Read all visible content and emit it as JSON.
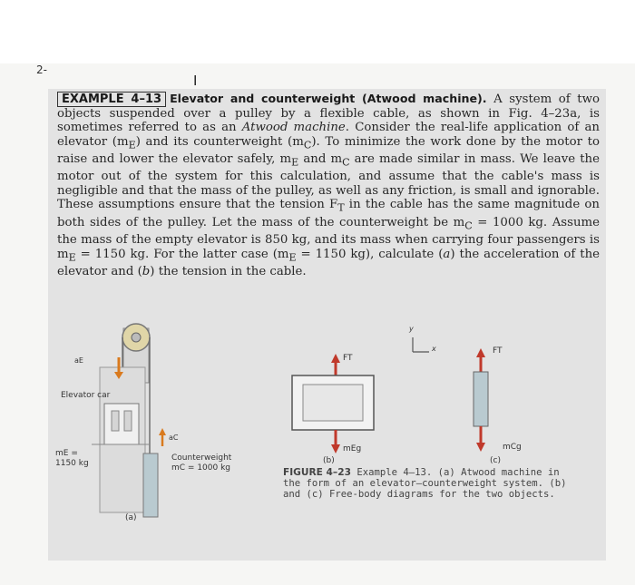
{
  "page_number": "2-",
  "cursor_glyph": "I",
  "example": {
    "label": "EXAMPLE 4–13",
    "title": "Elevator and counterweight (Atwood machine).",
    "body_1": " A system of two objects suspended over a pulley by a flexible cable, as shown in Fig. 4–23a, is sometimes referred to as an ",
    "atwood": "Atwood machine",
    "body_2": ". Consider the real-life application of an elevator (m",
    "sub_E": "E",
    "body_3": ") and its counterweight (m",
    "sub_C": "C",
    "body_4": "). To minimize the work done by the motor to raise and lower the elevator safely, m",
    "body_5": " and m",
    "body_6": " are made similar in mass. We leave the motor out of the system for this calculation, and assume that the cable's mass is negligible and that the mass of the pulley, as well as any friction, is small and ignorable. These assumptions ensure that the tension F",
    "sub_T": "T",
    "body_7": " in the cable has the same magnitude on both sides of the pulley. Let the mass of the counterweight be m",
    "body_8": " = 1000 kg. Assume the mass of the empty elevator is 850 kg, and its mass when carrying four passengers is m",
    "body_9": " = 1150 kg. For the latter case (m",
    "body_10": " = 1150 kg), calculate (",
    "part_a": "a",
    "body_11": ") the acceleration of the elevator and (",
    "part_b": "b",
    "body_12": ") the tension in the cable."
  },
  "figure": {
    "a_label": "(a)",
    "b_label": "(b)",
    "c_label": "(c)",
    "elevator_car_label": "Elevator car",
    "elevator_mass_label": "mE = 1150 kg",
    "counterweight_label": "Counterweight",
    "counterweight_mass_label": "mC = 1000 kg",
    "aE_label": "aE",
    "aC_label": "aC",
    "FT_b_label": "FT",
    "FT_c_label": "FT",
    "mEg_label": "mEg",
    "mCg_label": "mCg",
    "axis_y_label": "y",
    "axis_x_label": "x"
  },
  "caption": {
    "label": "FIGURE 4–23",
    "text": "Example 4–13. (a) Atwood machine in the form of an elevator–counterweight system. (b) and (c) Free-body diagrams for the two objects."
  }
}
